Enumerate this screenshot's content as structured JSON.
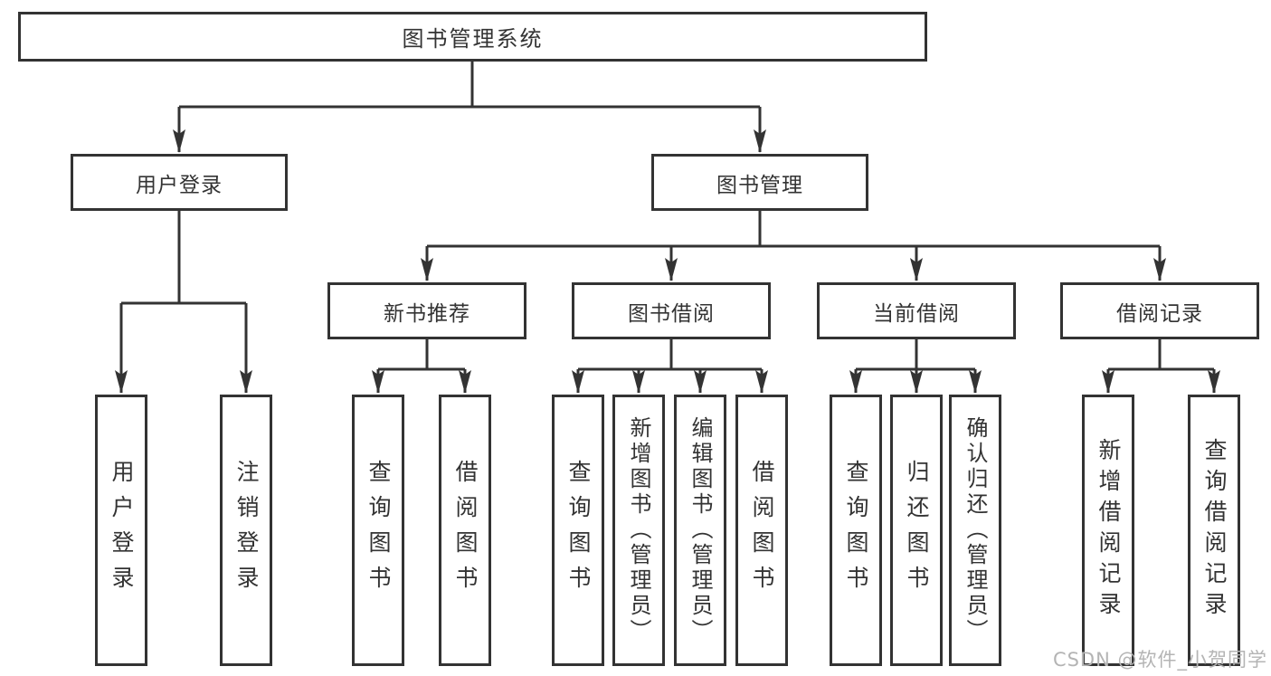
{
  "watermark": "CSDN @软件_小贺同学",
  "colors": {
    "line": "#333333",
    "border": "#333333",
    "text": "#333333",
    "background": "#ffffff",
    "watermark": "#b4b4b4"
  },
  "chart_data": {
    "type": "tree-diagram",
    "title": "图书管理系统"
  },
  "tree": {
    "label": "图书管理系统",
    "children": [
      {
        "label": "用户登录",
        "children": [
          {
            "label": "用户登录"
          },
          {
            "label": "注销登录"
          }
        ]
      },
      {
        "label": "图书管理",
        "children": [
          {
            "label": "新书推荐",
            "children": [
              {
                "label": "查询图书"
              },
              {
                "label": "借阅图书"
              }
            ]
          },
          {
            "label": "图书借阅",
            "children": [
              {
                "label": "查询图书"
              },
              {
                "label": "新增图书（管理员）"
              },
              {
                "label": "编辑图书（管理员）"
              },
              {
                "label": "借阅图书"
              }
            ]
          },
          {
            "label": "当前借阅",
            "children": [
              {
                "label": "查询图书"
              },
              {
                "label": "归还图书"
              },
              {
                "label": "确认归还（管理员）"
              }
            ]
          },
          {
            "label": "借阅记录",
            "children": [
              {
                "label": "新增借阅记录"
              },
              {
                "label": "查询借阅记录"
              }
            ]
          }
        ]
      }
    ]
  }
}
